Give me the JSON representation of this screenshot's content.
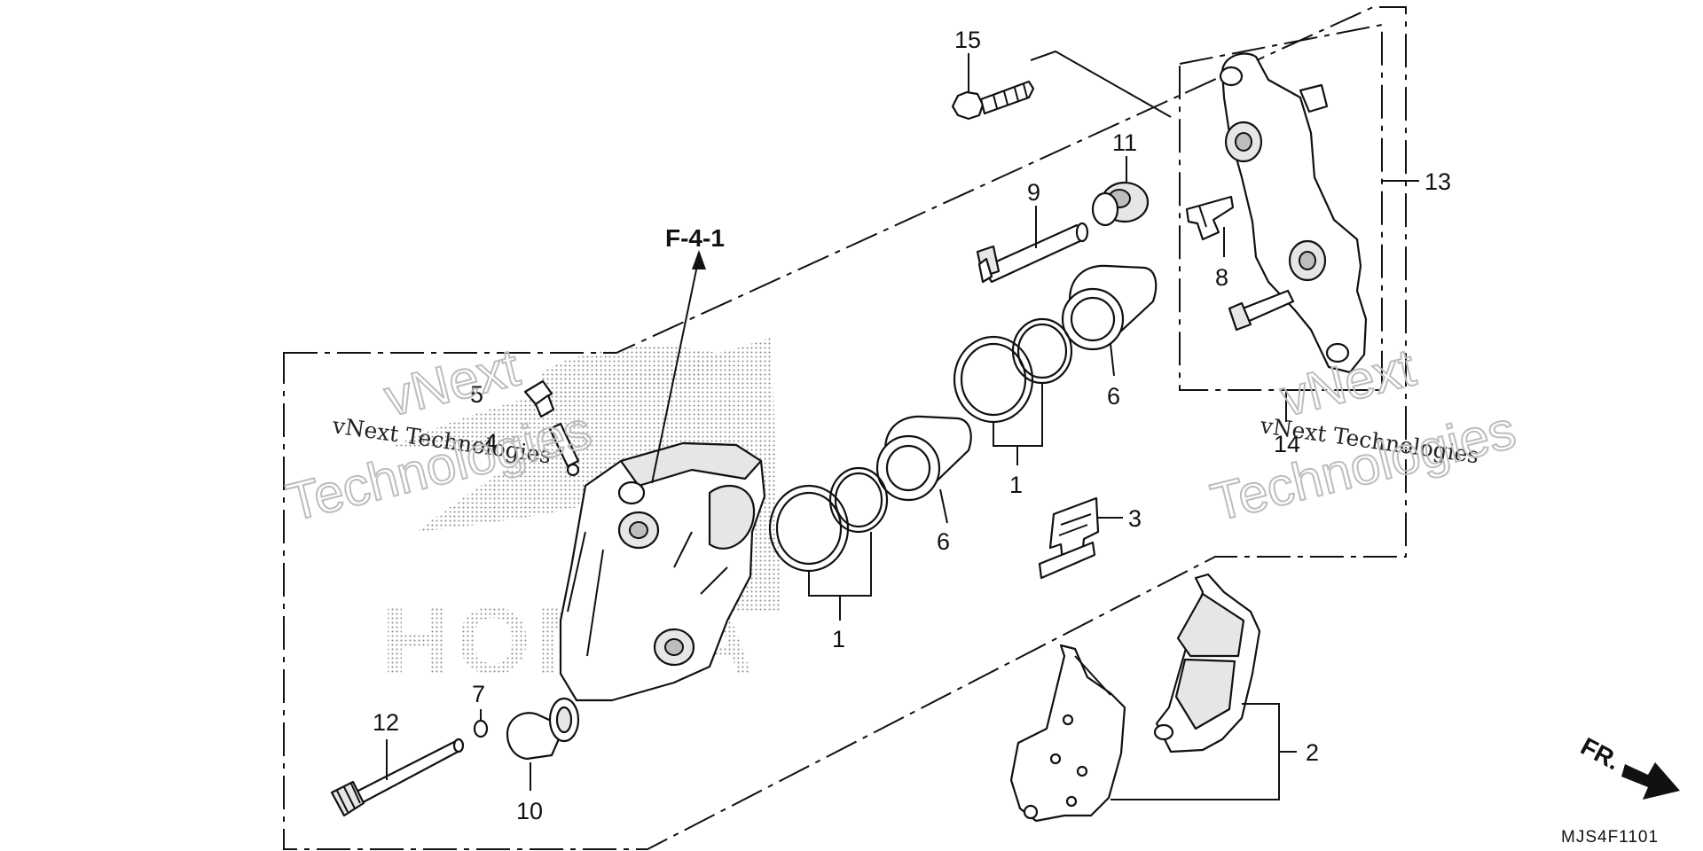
{
  "diagram": {
    "reference": "F-4-1",
    "drawing_code": "MJS4F1101",
    "front_marker": "FR.",
    "callouts": {
      "c1a": "1",
      "c1b": "1",
      "c2": "2",
      "c3": "3",
      "c4": "4",
      "c5": "5",
      "c6a": "6",
      "c6b": "6",
      "c7": "7",
      "c8": "8",
      "c9": "9",
      "c10": "10",
      "c11": "11",
      "c12": "12",
      "c13": "13",
      "c14": "14",
      "c15": "15"
    }
  },
  "watermarks": {
    "brand_left": "vNext",
    "company_left": "vNext Technologies",
    "outline_left": "Technologies",
    "brand_right": "vNext",
    "company_right": "vNext Technologies",
    "outline_right": "Technologies",
    "logo_text": "HONDA"
  },
  "colors": {
    "ink": "#111111",
    "watermark_gray": "#bdbdbd",
    "stipple": "#8a8a8a"
  }
}
